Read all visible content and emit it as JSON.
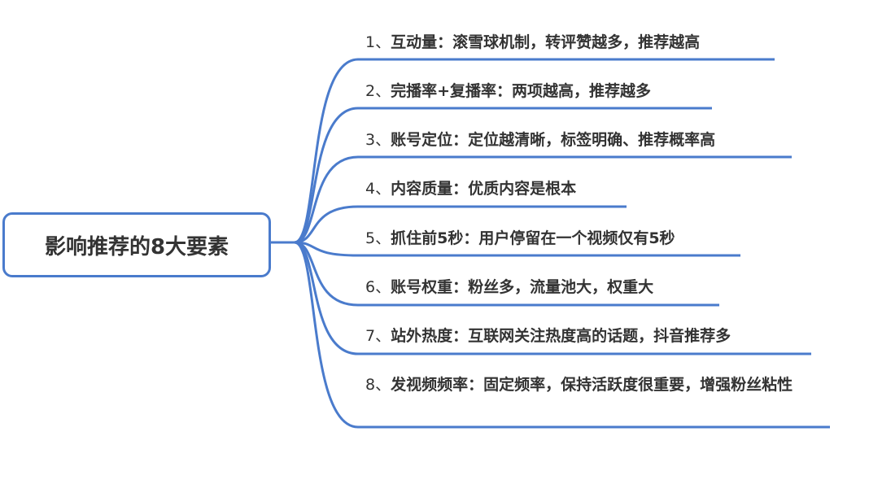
{
  "root": {
    "label": "影响推荐的8大要素"
  },
  "line_color": "#4a7bcc",
  "items": [
    {
      "num": "1、",
      "text": "互动量：滚雪球机制，转评赞越多，推荐越高"
    },
    {
      "num": "2、",
      "text": "完播率+复播率：两项越高，推荐越多"
    },
    {
      "num": "3、",
      "text": "账号定位：定位越清晰，标签明确、推荐概率高"
    },
    {
      "num": "4、",
      "text": "内容质量：优质内容是根本"
    },
    {
      "num": "5、",
      "text": "抓住前5秒：用户停留在一个视频仅有5秒"
    },
    {
      "num": "6、",
      "text": "账号权重：粉丝多，流量池大，权重大"
    },
    {
      "num": "7、",
      "text": "站外热度：互联网关注热度高的话题，抖音推荐多"
    },
    {
      "num": "8、",
      "text": "发视频频率：固定频率，保持活跃度很重要，增强粉丝粘性"
    }
  ]
}
